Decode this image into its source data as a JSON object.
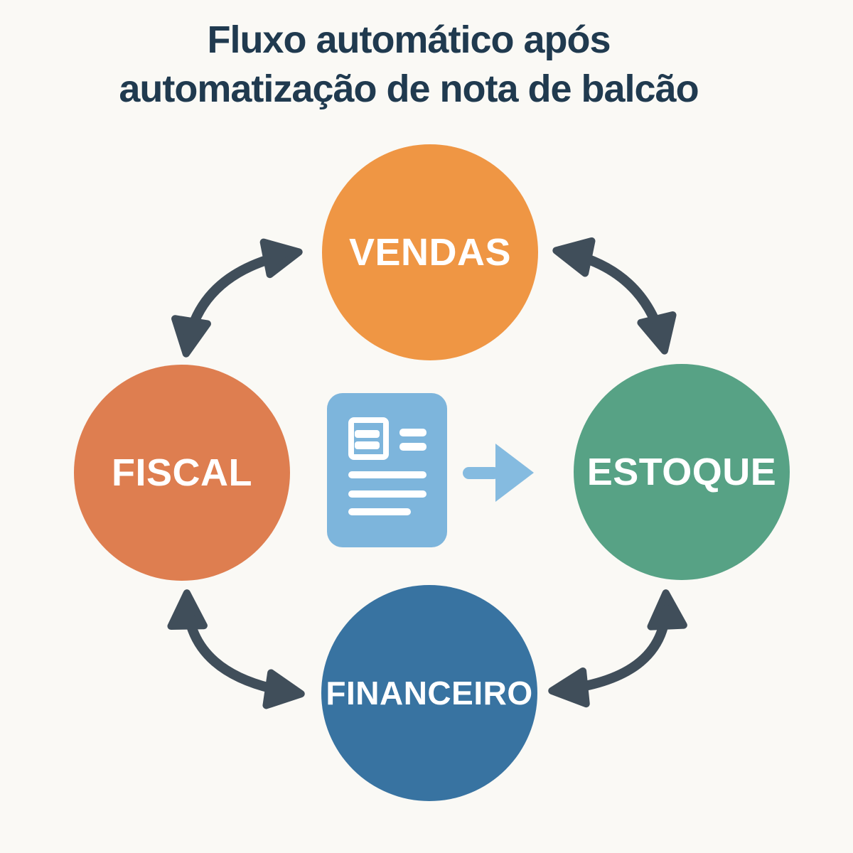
{
  "title": {
    "line1": "Fluxo automático após",
    "line2": "automatização de nota de balcão"
  },
  "nodes": [
    {
      "id": "vendas",
      "label": "VENDAS",
      "color": "#EF9644"
    },
    {
      "id": "estoque",
      "label": "ESTOQUE",
      "color": "#57A285"
    },
    {
      "id": "financeiro",
      "label": "FINANCEIRO",
      "color": "#3873A1"
    },
    {
      "id": "fiscal",
      "label": "FISCAL",
      "color": "#DE7E50"
    }
  ],
  "connections": [
    {
      "from": "fiscal",
      "to": "vendas",
      "bidirectional": true
    },
    {
      "from": "vendas",
      "to": "estoque",
      "bidirectional": true
    },
    {
      "from": "fiscal",
      "to": "financeiro",
      "bidirectional": true
    },
    {
      "from": "estoque",
      "to": "financeiro",
      "bidirectional": true
    }
  ],
  "center_icon": {
    "name": "nota-de-balcao-document-icon",
    "doc_color": "#7DB5DC",
    "arrow_color": "#85BBE0"
  },
  "colors": {
    "background": "#FAF9F5",
    "title": "#203A4F",
    "flow_arrow": "#404E5A",
    "node_label": "#FFFFFF"
  }
}
